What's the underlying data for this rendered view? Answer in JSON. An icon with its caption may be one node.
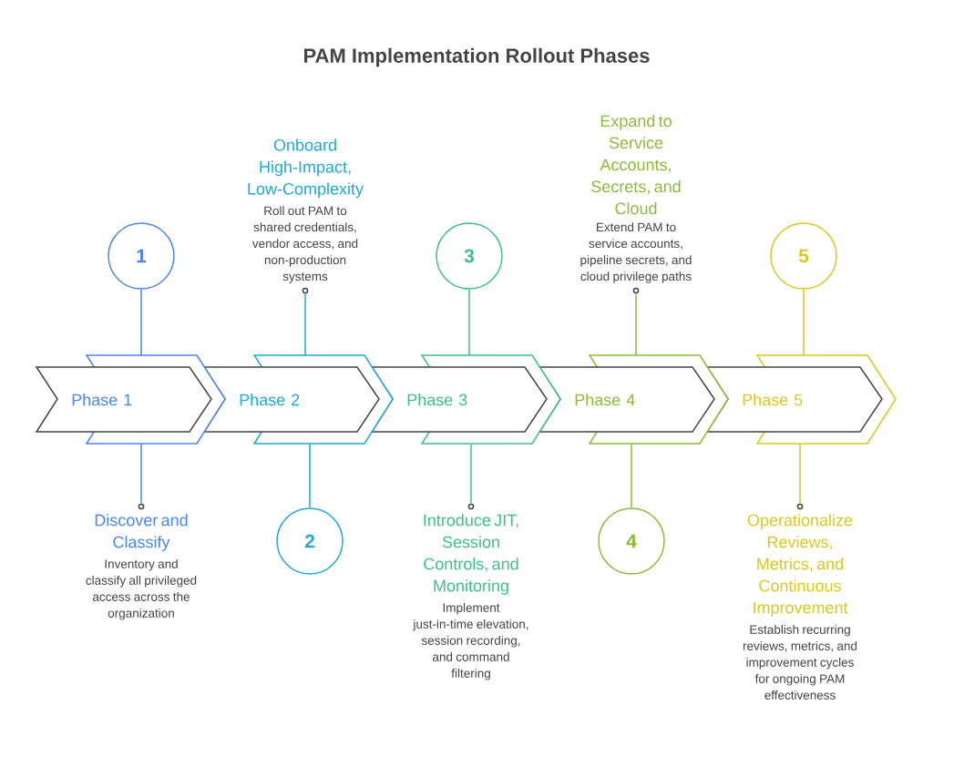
{
  "diagram": {
    "title": "PAM Implementation Rollout Phases",
    "nodes": [
      {
        "text": [
          "1"
        ]
      },
      {
        "text": [
          "Phase 1"
        ]
      },
      {
        "text": [
          "Discover and Classify",
          "Inventory and classify all privileged access across the organization"
        ]
      },
      {
        "text": [
          "2"
        ]
      },
      {
        "text": [
          "Phase 2"
        ]
      },
      {
        "text": [
          "Onboard High-Impact, Low-Complexity",
          "Roll out PAM to shared credentials, vendor access, and non-production systems"
        ]
      },
      {
        "text": [
          "3"
        ]
      },
      {
        "text": [
          "Phase 3"
        ]
      },
      {
        "text": [
          "Introduce JIT, Session Controls, and Monitoring",
          "Implement just-in-time elevation, session recording, and command filtering"
        ]
      },
      {
        "text": [
          "4"
        ]
      },
      {
        "text": [
          "Phase 4"
        ]
      },
      {
        "text": [
          "Expand to Service Accounts, Secrets, and Cloud",
          "Extend PAM to service accounts, pipeline secrets, and cloud privilege paths"
        ]
      },
      {
        "text": [
          "5"
        ]
      },
      {
        "text": [
          "Phase 5"
        ]
      },
      {
        "text": [
          "Operationalize Reviews, Metrics, and Continuous Improvement",
          "Establish recurring reviews, metrics, and improvement cycles for ongoing PAM effectiveness"
        ]
      }
    ],
    "edges": [
      {
        "from": 0,
        "to": 1,
        "arrow": "none",
        "color": "#4a86e8"
      },
      {
        "from": 1,
        "to": 2,
        "arrow": "none",
        "color": "#4a86e8"
      },
      {
        "from": 4,
        "to": 3,
        "arrow": "none",
        "color": "#1ea9d6"
      },
      {
        "from": 4,
        "to": 5,
        "arrow": "none",
        "color": "#1ea9d6"
      },
      {
        "from": 6,
        "to": 7,
        "arrow": "none",
        "color": "#3cc185"
      },
      {
        "from": 7,
        "to": 8,
        "arrow": "none",
        "color": "#3cc185"
      },
      {
        "from": 10,
        "to": 9,
        "arrow": "none",
        "color": "#8cbb36"
      },
      {
        "from": 10,
        "to": 11,
        "arrow": "none",
        "color": "#8cbb36"
      },
      {
        "from": 12,
        "to": 13,
        "arrow": "none",
        "color": "#dbc81c"
      },
      {
        "from": 13,
        "to": 14,
        "arrow": "none",
        "color": "#dbc81c"
      }
    ]
  }
}
